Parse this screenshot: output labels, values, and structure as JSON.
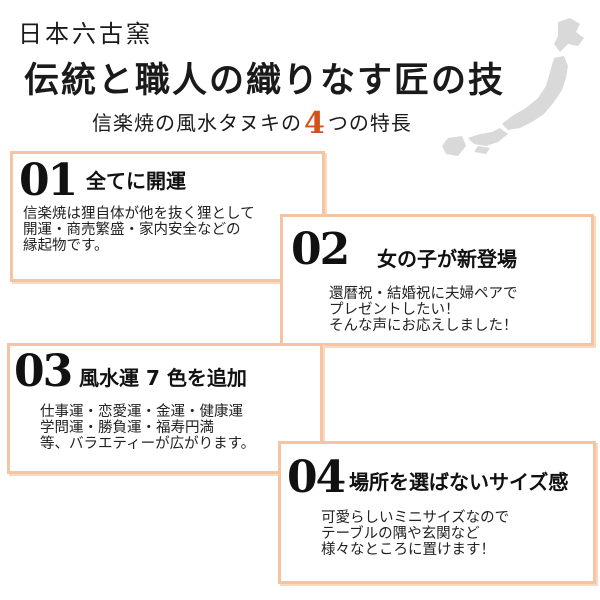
{
  "header": {
    "line1": "日本六古窯",
    "line2": "伝統と職人の織りなす匠の技",
    "line3_before": "信楽焼の風水タヌキの",
    "line3_accent": "4",
    "line3_after": "つの特長"
  },
  "features": [
    {
      "number": "01",
      "title": "全てに開運",
      "body": "信楽焼は狸自体が他を抜く狸として\n開運・商売繁盛・家内安全などの\n縁起物です。"
    },
    {
      "number": "02",
      "title": "女の子が新登場",
      "body": "還暦祝・結婚祝に夫婦ペアで\nプレゼントしたい！\nそんな声にお応えしました！"
    },
    {
      "number": "03",
      "title": "風水運 7 色を追加",
      "body": "仕事運・恋愛運・金運・健康運\n学問運・勝負運・福寿円満\n等、バラエティーが広がります。"
    },
    {
      "number": "04",
      "title": "場所を選ばないサイズ感",
      "body": "可愛らしいミニサイズなので\nテーブルの隅や玄関など\n様々なところに置けます！"
    }
  ],
  "colors": {
    "accent": "#d2521e",
    "box_border": "#f5c5a3",
    "map": "#d9d9d9"
  },
  "decoration": {
    "map_icon": "japan-map-icon"
  }
}
